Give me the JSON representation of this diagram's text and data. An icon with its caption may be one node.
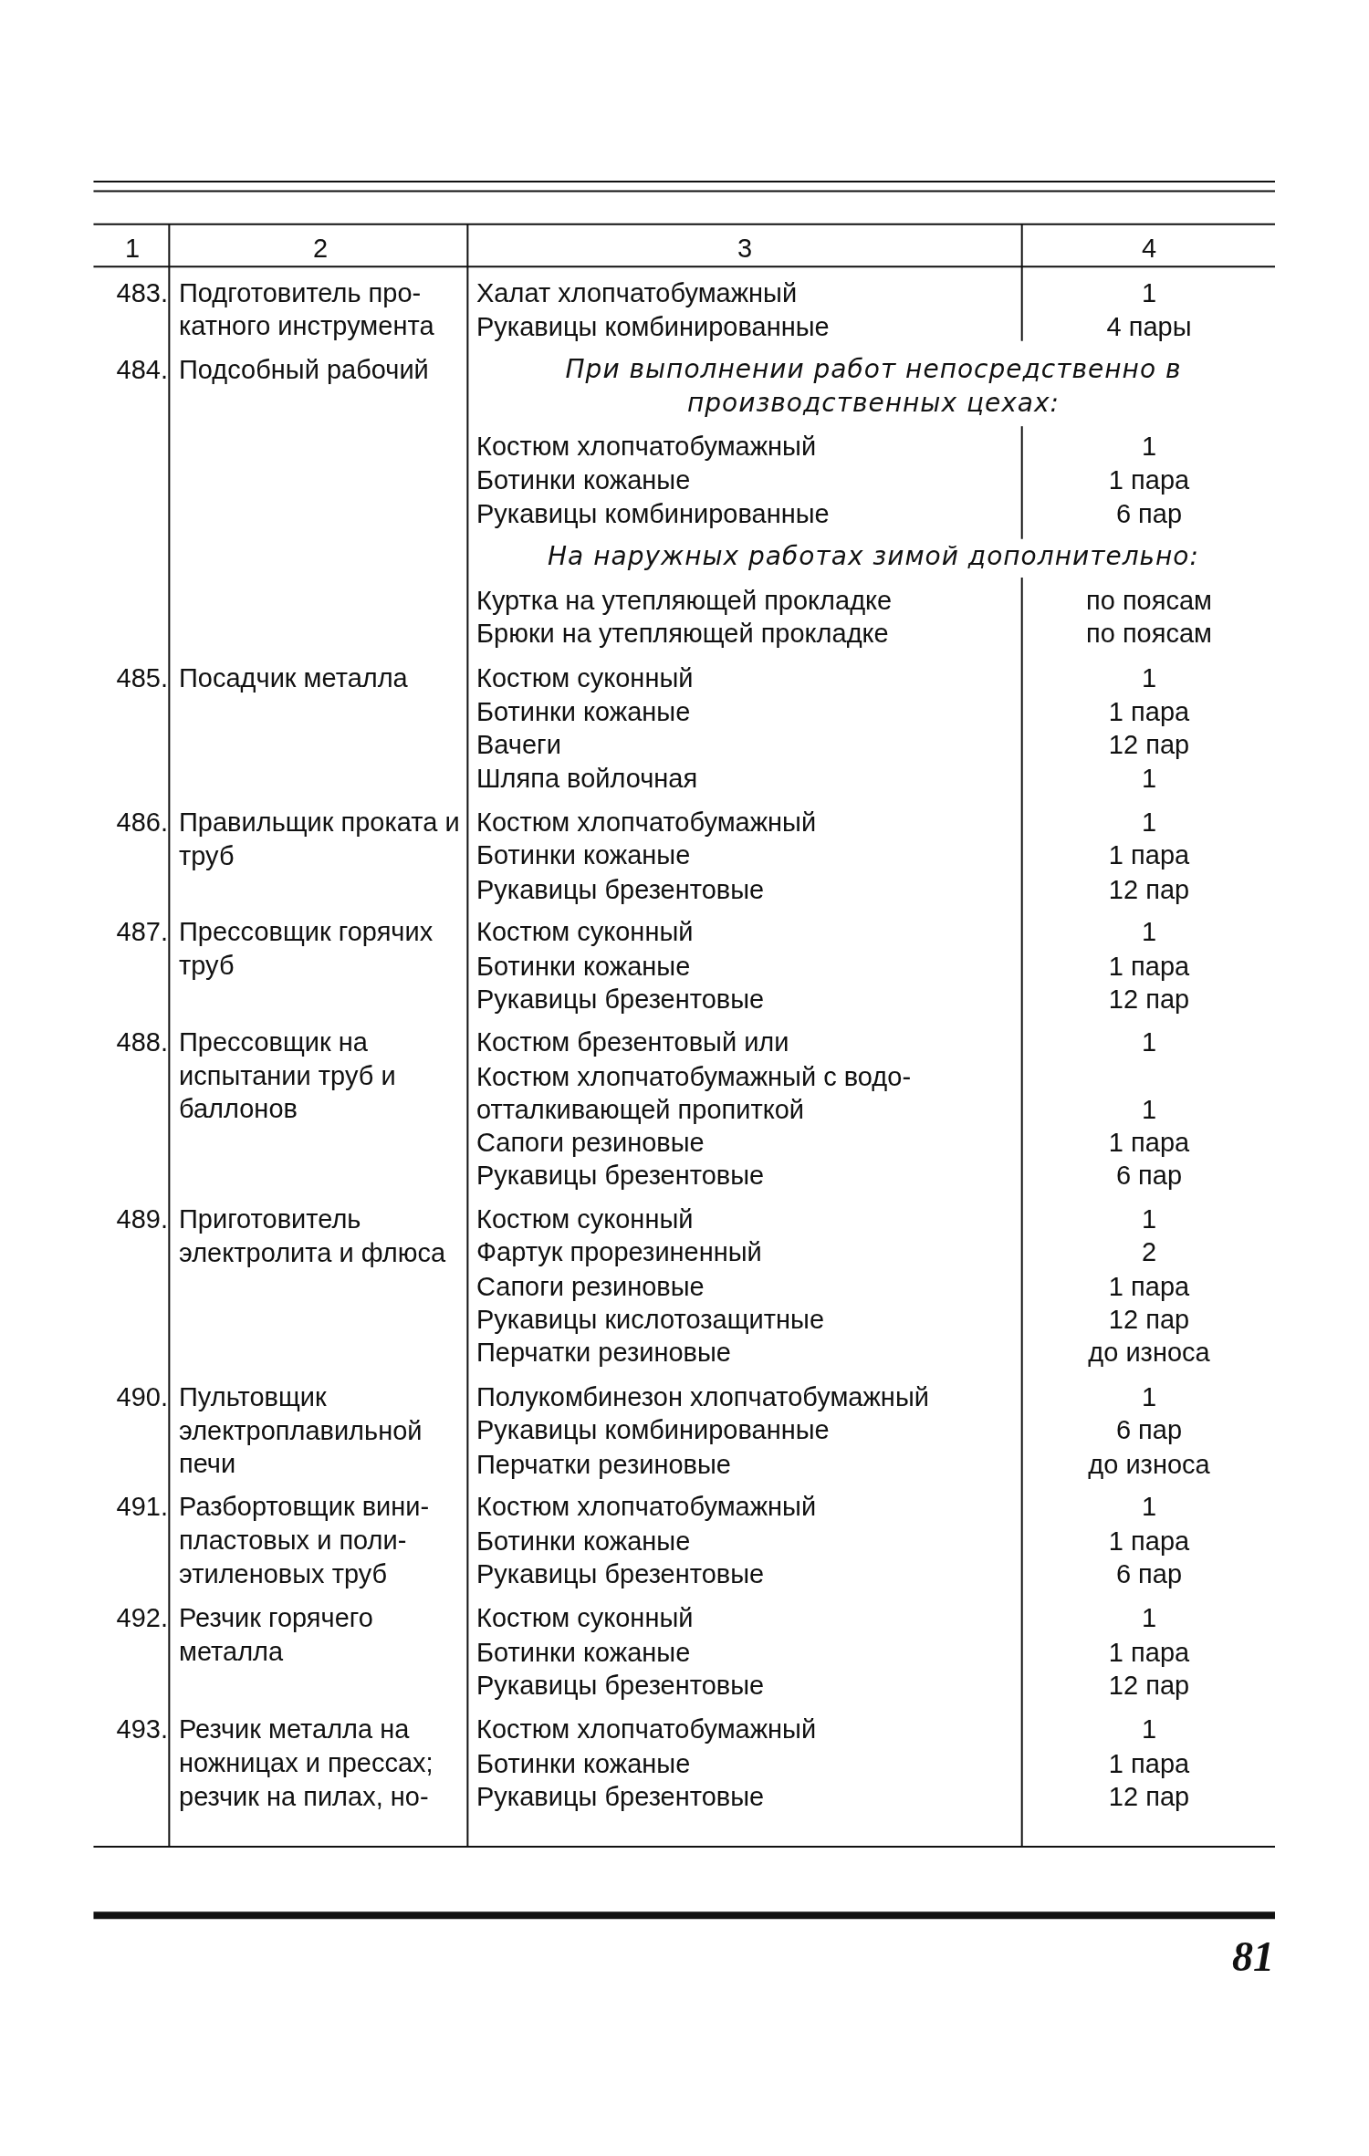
{
  "diagram": {
    "labels": [
      "1",
      "2",
      "3",
      "4",
      "483.",
      "Подготовитель про- катного инструмента",
      "Халат хлопчатобумажный",
      "1",
      "Рукавицы комбинированные",
      "4 пары",
      "484.",
      "Подсобный рабочий",
      "При выполнении работ непосредственно в производственных цехах:",
      "Костюм хлопчатобумажный",
      "1",
      "Ботинки кожаные",
      "1 пара",
      "Рукавицы комбинированные",
      "6 пар",
      "На наружных работах зимой дополнительно:",
      "Куртка на утепляющей прокладке",
      "по поясам",
      "Брюки на утепляющей прокладке",
      "по поясам",
      "485.",
      "Посадчик металла",
      "Костюм суконный",
      "1",
      "Ботинки кожаные",
      "1 пара",
      "Вачеги",
      "12 пар",
      "Шляпа войлочная",
      "1",
      "486.",
      "Правильщик проката и труб",
      "Костюм хлопчатобумажный",
      "1",
      "Ботинки кожаные",
      "1 пара",
      "Рукавицы брезентовые",
      "12 пар",
      "487.",
      "Прессовщик горячих труб",
      "Костюм суконный",
      "1",
      "Ботинки кожаные",
      "1 пара",
      "Рукавицы брезентовые",
      "12 пар",
      "488.",
      "Прессовщик на испытании труб и баллонов",
      "Костюм брезентовый или",
      "1",
      "Костюм хлопчатобумажный с водо- отталкивающей пропиткой",
      "1",
      "Сапоги резиновые",
      "1 пара",
      "Рукавицы брезентовые",
      "6 пар",
      "489.",
      "Приготовитель электролита и флюса",
      "Костюм суконный",
      "1",
      "Фартук прорезиненный",
      "2",
      "Сапоги резиновые",
      "1 пара",
      "Рукавицы кислотозащитные",
      "12 пар",
      "Перчатки резиновые",
      "до износа",
      "490.",
      "Пультовщик электроплавильной печи",
      "Полукомбинезон хлопчатобумажный",
      "1",
      "Рукавицы комбинированные",
      "6 пар",
      "Перчатки резиновые",
      "до износа",
      "491.",
      "Разбортовщик вини- пластовых и поли- этиленовых труб",
      "Костюм хлопчатобумажный",
      "1",
      "Ботинки кожаные",
      "1 пара",
      "Рукавицы брезентовые",
      "6 пар",
      "492.",
      "Резчик горячего металла",
      "Костюм суконный",
      "1",
      "Ботинки кожаные",
      "1 пара",
      "Рукавицы брезентовые",
      "12 пар",
      "493.",
      "Резчик металла на ножницах и прессах; резчик на пилах, но-",
      "Костюм хлопчатобумажный",
      "1",
      "Ботинки кожаные",
      "1 пара",
      "Рукавицы брезентовые",
      "12 пар",
      "81"
    ]
  }
}
